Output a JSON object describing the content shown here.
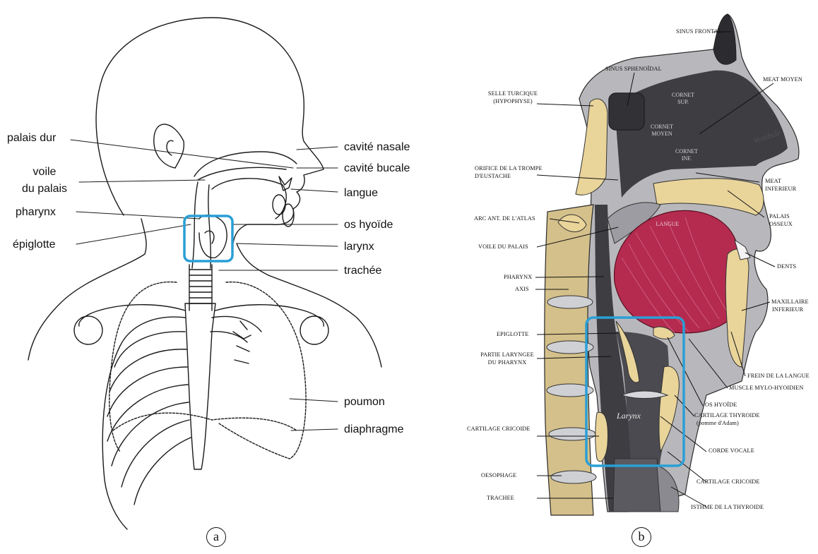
{
  "colors": {
    "highlight_box": "#2a9fd6",
    "bone_yellow": "#e9d49a",
    "tongue_red": "#b52b50",
    "cavity_dark": "#3d3d42",
    "gray_tissue": "#b8b8bc"
  },
  "panel_a": {
    "mark": "a",
    "labels": {
      "palais_dur": "palais dur",
      "voile_1": "voile",
      "voile_2": "du palais",
      "pharynx": "pharynx",
      "epiglotte": "épiglotte",
      "cavite_nasale": "cavité nasale",
      "cavite_buccale": "cavité bucale",
      "langue": "langue",
      "os_hyoide": "os hyoïde",
      "larynx": "larynx",
      "trachee": "trachée",
      "poumon": "poumon",
      "diaphragme": "diaphragme"
    }
  },
  "panel_b": {
    "mark": "b",
    "labels": {
      "sinus_frontal": "SINUS FRONTAL",
      "sinus_sphenoidal": "SINUS SPHENOÏDAL",
      "meat_moyen": "MEAT MOYEN",
      "selle_1": "SELLE TURCIQUE",
      "selle_2": "(HYPOPHYSE)",
      "orifice_1": "ORIFICE DE LA TROMPE",
      "orifice_2": "D'EUSTACHE",
      "meat_inf_1": "MEAT",
      "meat_inf_2": "INFERIEUR",
      "arc_atlas": "ARC ANT. DE L'ATLAS",
      "palais_1": "PALAIS",
      "palais_2": "OSSEUX",
      "voile": "VOILE DU PALAIS",
      "dents": "DENTS",
      "pharynx": "PHARYNX",
      "axis": "AXIS",
      "maxillaire_1": "MAXILLAIRE",
      "maxillaire_2": "INFERIEUR",
      "epiglotte": "EPIGLOTTE",
      "partie_1": "PARTIE LARYNGEE",
      "partie_2": "DU PHARYNX",
      "frein": "FREIN DE LA LANGUE",
      "mylo": "MUSCLE MYLO-HYOIDIEN",
      "os_hyoide": "OS HYOÏDE",
      "thyroide_1": "CARTILAGE THYROIDE",
      "thyroide_2": "(pomme d'Adam)",
      "cricoide_left": "CARTILAGE CRICOIDE",
      "corde": "CORDE VOCALE",
      "oesophage": "OESOPHAGE",
      "cricoide_right": "CARTILAGE CRICOIDE",
      "trachee": "TRACHEE",
      "isthme": "ISTHME DE LA THYROIDE"
    },
    "inner": {
      "cornet_sup_1": "CORNET",
      "cornet_sup_2": "SUP.",
      "cornet_moyen_1": "CORNET",
      "cornet_moyen_2": "MOYEN",
      "cornet_inf_1": "CORNET",
      "cornet_inf_2": "INF.",
      "vestibule": "Vestibule",
      "langue": "LANGUE",
      "larynx": "Larynx"
    }
  }
}
